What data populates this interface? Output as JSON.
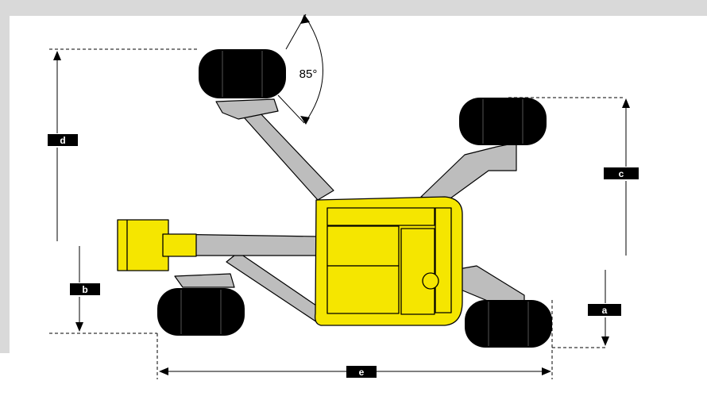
{
  "diagram": {
    "angle_label": "85°",
    "dimensions": {
      "a": "a",
      "b": "b",
      "c": "c",
      "d": "d",
      "e": "e"
    },
    "colors": {
      "frame": "#d9d9d9",
      "panel": "#ffffff",
      "machine_body": "#f5e600",
      "arm_gray": "#bdbdbd",
      "tyre": "#000000",
      "label_bg": "#000000",
      "label_text": "#ffffff"
    }
  }
}
